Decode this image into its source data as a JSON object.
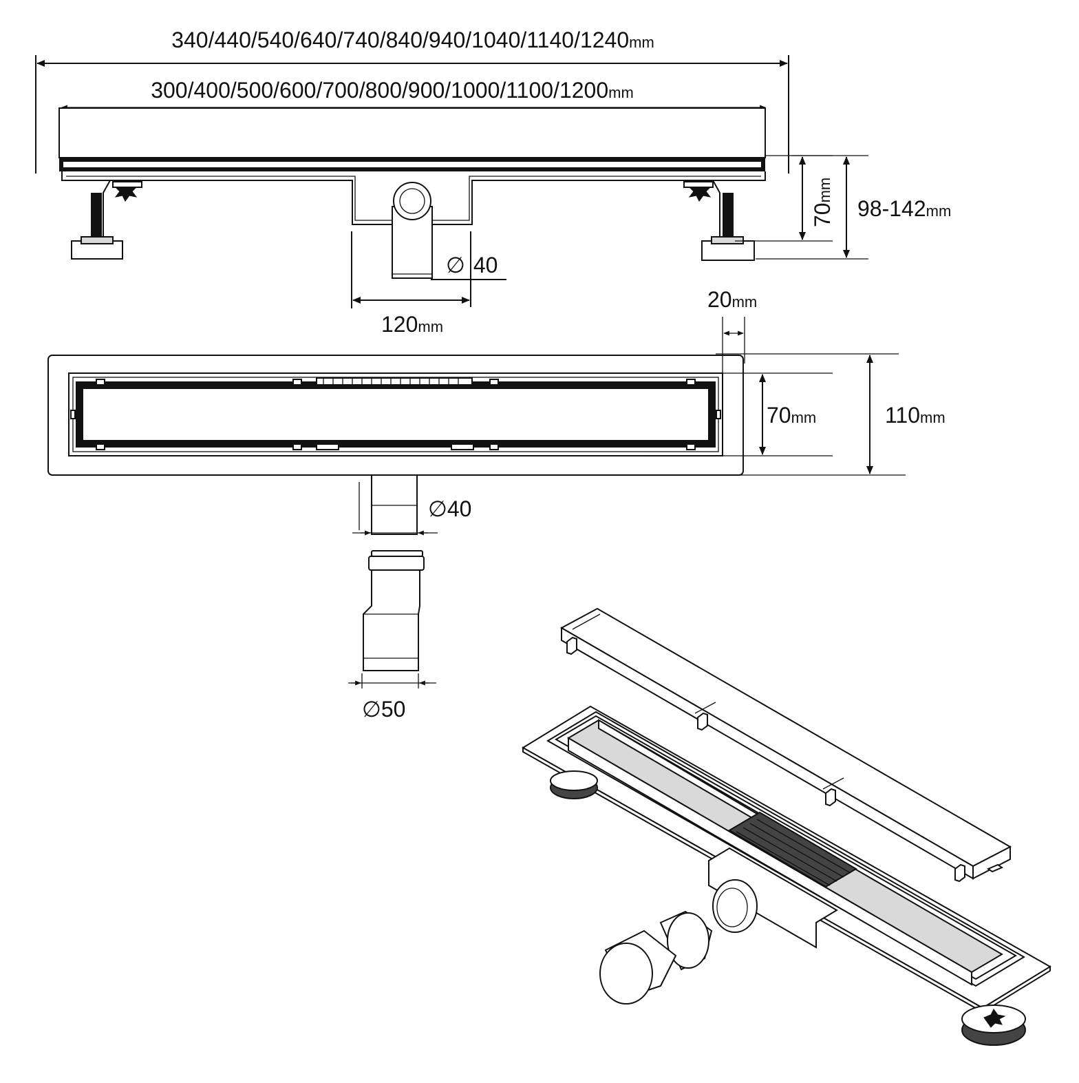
{
  "side_view": {
    "overall_length": {
      "value": "340/440/540/640/740/840/940/1040/1140/1240",
      "unit": "mm"
    },
    "channel_length": {
      "value": "300/400/500/600/700/800/900/1000/1100/1200",
      "unit": "mm"
    },
    "body_height": {
      "value": "70",
      "unit": "mm"
    },
    "adjustable_height": {
      "value": "98-142",
      "unit": "mm"
    },
    "outlet_diameter": {
      "symbol": "∅",
      "value": "40"
    },
    "outlet_box_width": {
      "value": "120",
      "unit": "mm"
    }
  },
  "top_view": {
    "flange_width": {
      "value": "20",
      "unit": "mm"
    },
    "channel_width": {
      "value": "70",
      "unit": "mm"
    },
    "overall_width": {
      "value": "110",
      "unit": "mm"
    },
    "outlet_diameter": {
      "text": "∅40"
    }
  },
  "adapter": {
    "diameter": {
      "text": "∅50"
    }
  }
}
